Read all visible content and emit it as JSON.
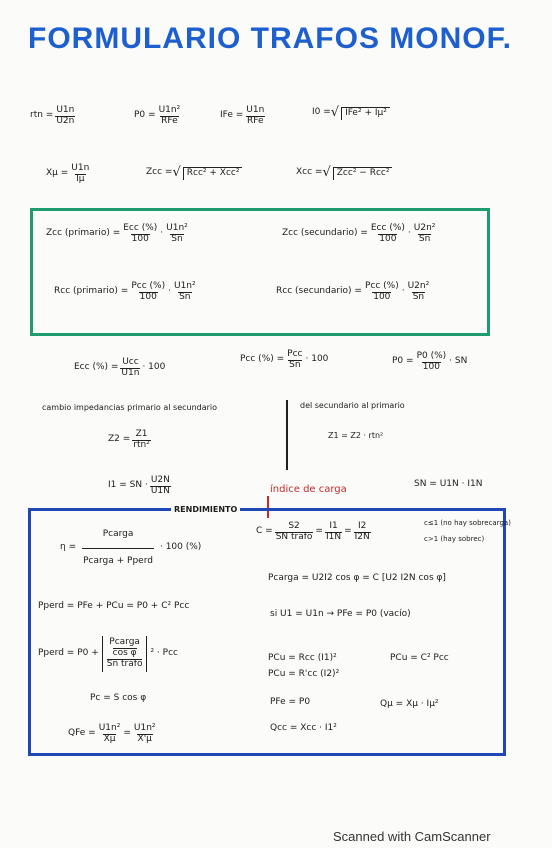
{
  "title": "FORMULARIO TRAFOS MONOF.",
  "row1": {
    "rtn": "rtn =",
    "rtn_n": "U1n",
    "rtn_d": "U2n",
    "p0": "P0 =",
    "p0_n": "U1n²",
    "p0_d": "RFe",
    "ife": "IFe =",
    "ife_n": "U1n",
    "ife_d": "RFe",
    "i0": "I0 =",
    "i0_rad": "IFe² + Iμ²"
  },
  "row2": {
    "xmu": "Xμ =",
    "xmu_n": "U1n",
    "xmu_d": "Iμ",
    "zcc": "Zcc =",
    "zcc_rad": "Rcc² + Xcc²",
    "xcc": "Xcc =",
    "xcc_rad": "Zcc² − Rcc²"
  },
  "green": {
    "zcc_p": "Zcc (primario) =",
    "zcc_p_n": "Ecc (%)",
    "zcc_p_d": "100",
    "zcc_p_n2": "U1n²",
    "zcc_p_d2": "Sn",
    "zcc_s": "Zcc (secundario) =",
    "zcc_s_n": "Ecc (%)",
    "zcc_s_d": "100",
    "zcc_s_n2": "U2n²",
    "zcc_s_d2": "Sn",
    "rcc_p": "Rcc (primario) =",
    "rcc_p_n": "Pcc (%)",
    "rcc_p_d": "100",
    "rcc_p_n2": "U1n²",
    "rcc_p_d2": "Sn",
    "rcc_s": "Rcc (secundario) =",
    "rcc_s_n": "Pcc (%)",
    "rcc_s_d": "100",
    "rcc_s_n2": "U2n²",
    "rcc_s_d2": "Sn"
  },
  "row3": {
    "ecc": "Ecc (%) =",
    "ecc_n": "Ucc",
    "ecc_d": "U1n",
    "ecc_t": "· 100",
    "pcc": "Pcc (%) =",
    "pcc_n": "Pcc",
    "pcc_d": "Sn",
    "pcc_t": "· 100",
    "po": "P0 =",
    "po_n": "P0 (%)",
    "po_d": "100",
    "po_t": "· SN"
  },
  "imp": {
    "left_label": "cambio impedancias primario al secundario",
    "right_label": "del secundario al primario",
    "z2": "Z2 =",
    "z2_n": "Z1",
    "z2_d": "rtn²",
    "z1": "Z1 = Z2 · rtn²",
    "i1": "I1 = SN ·",
    "i1_n": "U2N",
    "i1_d": "U1N",
    "sn": "SN = U1N · I1N",
    "indice": "índice de carga"
  },
  "rend": {
    "heading": "RENDIMIENTO",
    "eta": "η =",
    "eta_n": "Pcarga",
    "eta_d": "Pcarga + Pperd",
    "eta_t": "· 100 (%)",
    "c": "C =",
    "c_n1": "S2",
    "c_d1": "SN trafo",
    "c_n2": "I1",
    "c_d2": "I1N",
    "c_n3": "I2",
    "c_d3": "I2N",
    "c_note1": "c≤1 (no hay sobrecarga)",
    "c_note2": "c>1 (hay sobrec)",
    "pcarga": "Pcarga = U2I2 cos φ = C [U2 I2N cos φ]",
    "pperd1": "Pperd = PFe + PCu = P0 + C² Pcc",
    "si": "si U1 = U1n  →  PFe = P0 (vacío)",
    "pperd2": "Pperd = P0 +",
    "pperd2_n": "Pcarga",
    "pperd2_m": "cos φ",
    "pperd2_d": "Sn trafo",
    "pperd2_t": "² · Pcc",
    "pcu1": "PCu = Rcc (I1)²",
    "pcu2": "PCu = R'cc (I2)²",
    "pcu3": "PCu = C² Pcc",
    "pc": "Pc = S cos φ",
    "pfe": "PFe = P0",
    "qmu": "Qμ = Xμ · Iμ²",
    "qfe": "QFe =",
    "qfe_n": "U1n²",
    "qfe_d": "Xμ",
    "qfe_n2": "U1n²",
    "qfe_d2": "X'μ",
    "qcc": "Qcc = Xcc · I1²"
  },
  "footer": "Scanned with CamScanner"
}
